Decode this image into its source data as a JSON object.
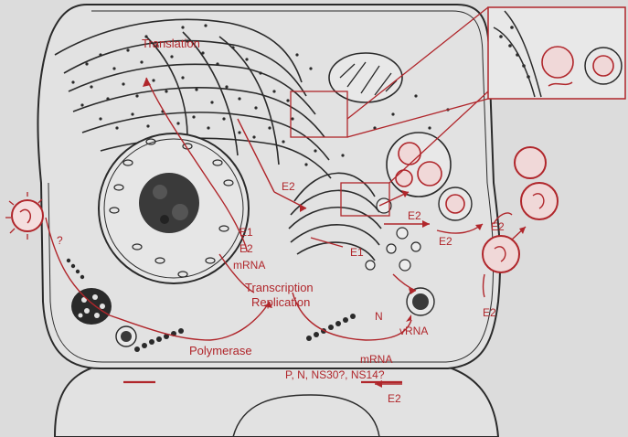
{
  "colors": {
    "background": "#dcdcdc",
    "cell_fill": "#e2e2e2",
    "outline": "#2a2a2a",
    "accent_red": "#b0262b",
    "chromatin": "#3a3a3a"
  },
  "labels": {
    "translation": "Translation",
    "e2_er": "E2",
    "e1_nuc": "E1",
    "e2_nuc": "E2",
    "mrna_top": "mRNA",
    "transcription": "Transcription",
    "replication": "Replication",
    "polymerase": "Polymerase",
    "question": "?",
    "mrna_bottom": "mRNA",
    "proteins": "P, N, NS30?, NS14?",
    "n": "N",
    "vrna": "vRNA",
    "e1_golgi": "E1",
    "e2_golgi_a": "E2",
    "e2_golgi_b": "E2",
    "e2_bud": "E2",
    "e2_bottom": "E2",
    "e2_outside": "E2"
  }
}
